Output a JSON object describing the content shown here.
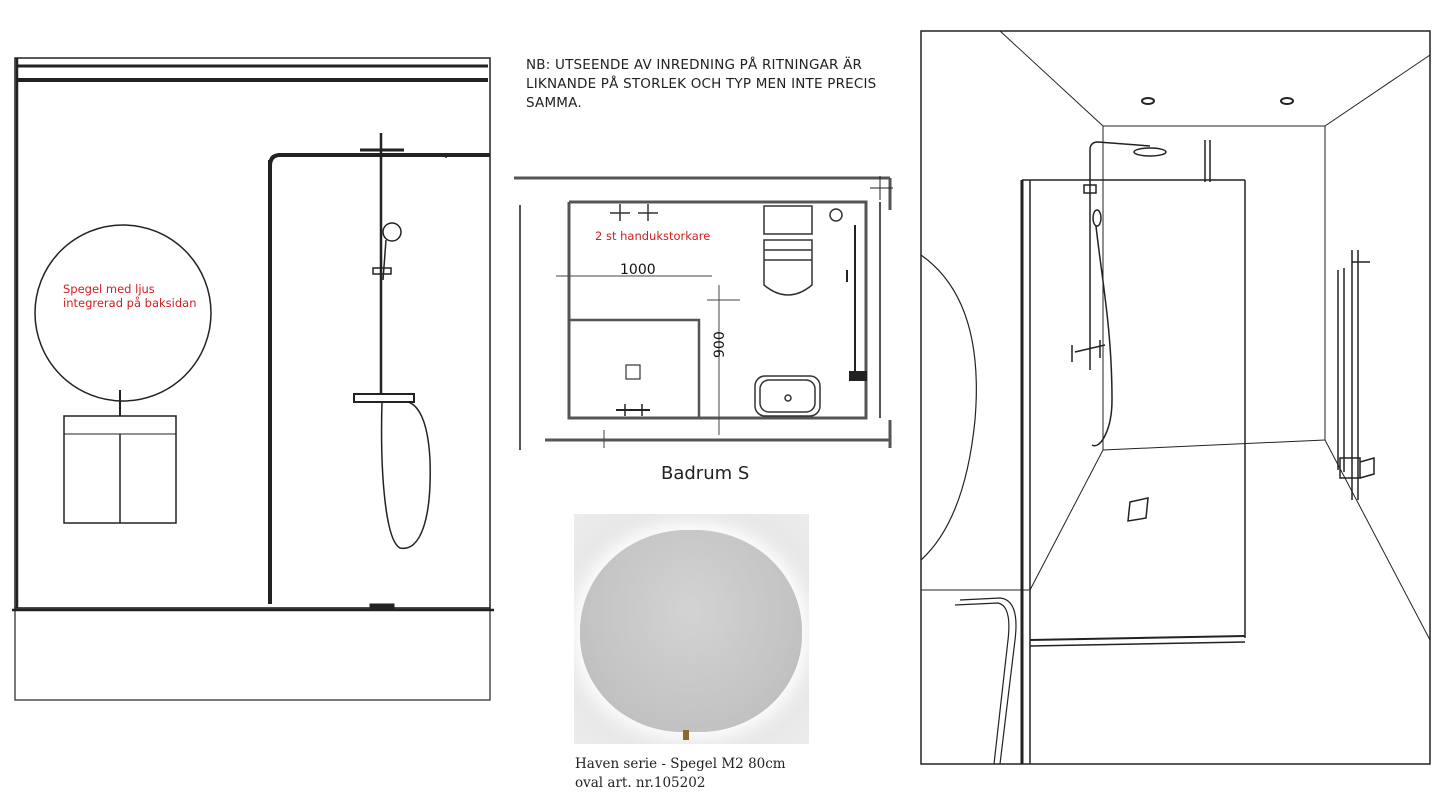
{
  "note": {
    "line1": "NB: UTSEENDE AV INREDNING PÅ RITNINGAR ÄR",
    "line2": "LIKNANDE PÅ STORLEK OCH TYP MEN INTE PRECIS",
    "line3": "SAMMA."
  },
  "elevation": {
    "mirror_label_line1": "Spegel med ljus",
    "mirror_label_line2": "integrerad på baksidan"
  },
  "plan": {
    "towel_label": "2 st handukstorkare",
    "dim_width": "1000",
    "dim_depth": "900",
    "title": "Badrum S"
  },
  "product": {
    "caption_line1": "Haven serie - Spegel M2 80cm",
    "caption_line2": "oval art. nr.105202"
  },
  "colors": {
    "annotation": "#d02020",
    "line": "#222222"
  }
}
